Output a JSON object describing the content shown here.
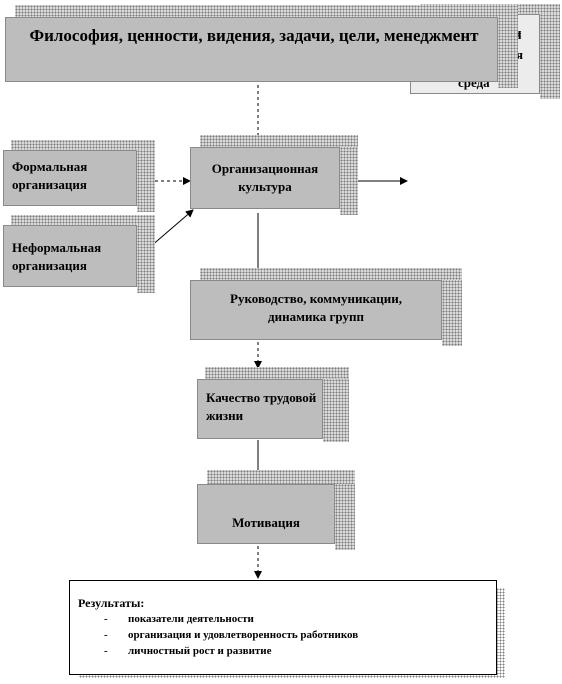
{
  "top": {
    "title": "Философия, ценности, видения, задачи, цели, менеджмент",
    "hidden_a": "и",
    "hidden_b": "я",
    "hidden_c": "среда"
  },
  "boxes": {
    "formal": "Формальная организация",
    "informal": "Неформальная организация",
    "culture": "Организационная культура",
    "leadership": "Руководство, коммуникации, динамика групп",
    "quality": "Качество трудовой жизни",
    "motivation": "Мотивация"
  },
  "results": {
    "heading": "Результаты:",
    "bullet": "-",
    "items": [
      "показатели деятельности",
      "организация и удовлетворенность работников",
      "личностный рост и развитие"
    ]
  }
}
